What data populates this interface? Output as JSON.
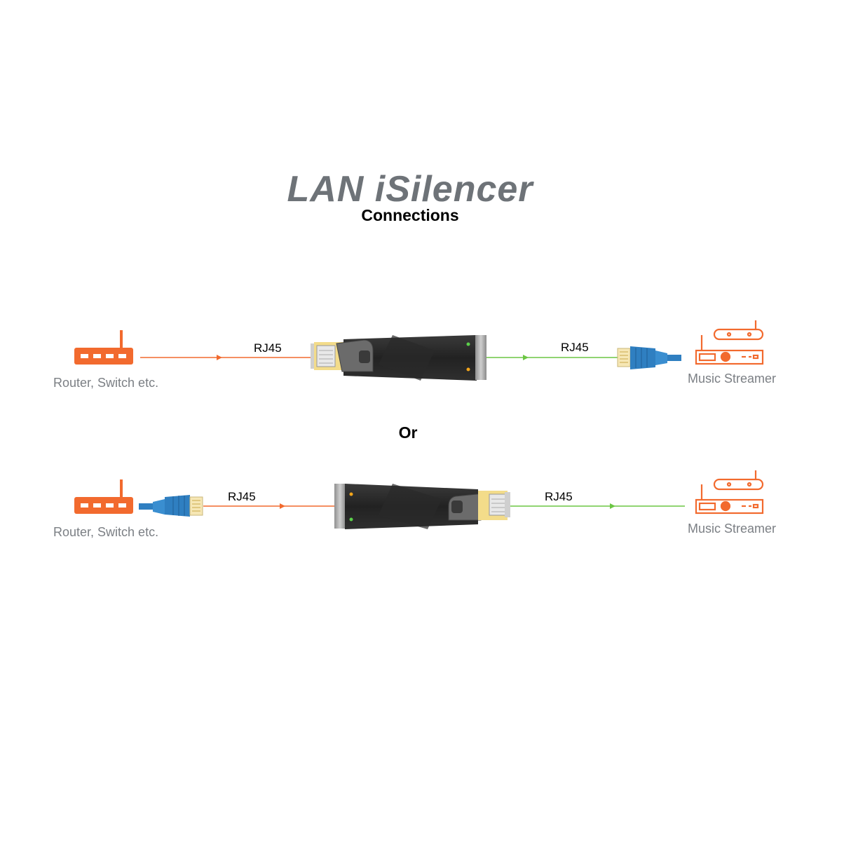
{
  "title": "LAN iSilencer",
  "subtitle": "Connections",
  "or_label": "Or",
  "colors": {
    "source_line": "#f26a2e",
    "dest_line": "#6cc644",
    "device_orange": "#f26a2e",
    "cable_blue": "#2f7fc1",
    "dongle_body": "#2b2b2b",
    "connector_gold": "#f3dc8a",
    "title_gray": "#6e7378"
  },
  "rows": [
    {
      "source_label": "Router, Switch etc.",
      "source_icon": "router-icon",
      "left_cable_label": "RJ45",
      "right_cable_label": "RJ45",
      "dest_label": "Music Streamer",
      "dest_icon": "music-streamer-icon"
    },
    {
      "source_label": "Router, Switch etc.",
      "source_icon": "router-icon",
      "left_cable_label": "RJ45",
      "right_cable_label": "RJ45",
      "dest_label": "Music Streamer",
      "dest_icon": "music-streamer-icon"
    }
  ]
}
